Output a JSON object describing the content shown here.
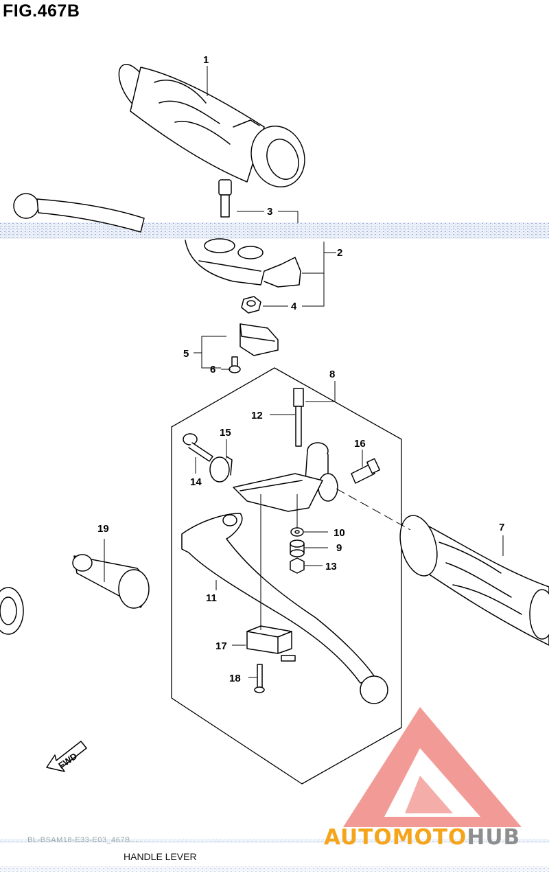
{
  "figure": {
    "title": "FIG.467B",
    "caption": "HANDLE LEVER",
    "code": "BL-BSAM18-E33-E03_467B....."
  },
  "callouts": [
    "1",
    "2",
    "3",
    "4",
    "5",
    "6",
    "7",
    "8",
    "9",
    "10",
    "11",
    "12",
    "13",
    "14",
    "15",
    "16",
    "17",
    "18",
    "19"
  ],
  "fwd_label": "FWD",
  "watermark": {
    "part1": "AUTOMOTO",
    "part2": "HUB",
    "colors": {
      "accent": "#f5a51c",
      "logo": "#f08a84",
      "grey": "#8e8e8e"
    }
  }
}
